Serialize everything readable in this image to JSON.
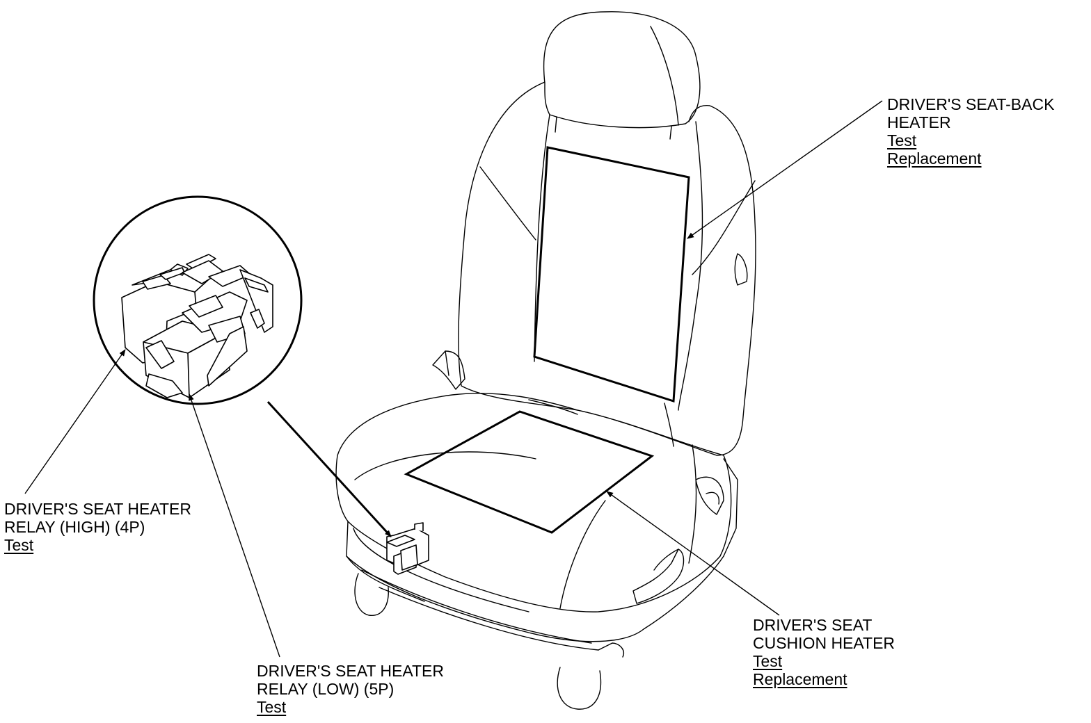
{
  "callouts": {
    "seat_back_heater": {
      "title_lines": [
        "DRIVER'S SEAT-BACK",
        "HEATER"
      ],
      "links": [
        "Test",
        "Replacement"
      ]
    },
    "relay_high": {
      "title_lines": [
        "DRIVER'S SEAT HEATER",
        "RELAY (HIGH) (4P)"
      ],
      "links": [
        "Test"
      ]
    },
    "relay_low": {
      "title_lines": [
        "DRIVER'S SEAT HEATER",
        "RELAY (LOW) (5P)"
      ],
      "links": [
        "Test"
      ]
    },
    "cushion_heater": {
      "title_lines": [
        "DRIVER'S SEAT",
        "CUSHION HEATER"
      ],
      "links": [
        "Test",
        "Replacement"
      ]
    }
  },
  "colors": {
    "ink": "#000000",
    "paper": "#ffffff"
  }
}
